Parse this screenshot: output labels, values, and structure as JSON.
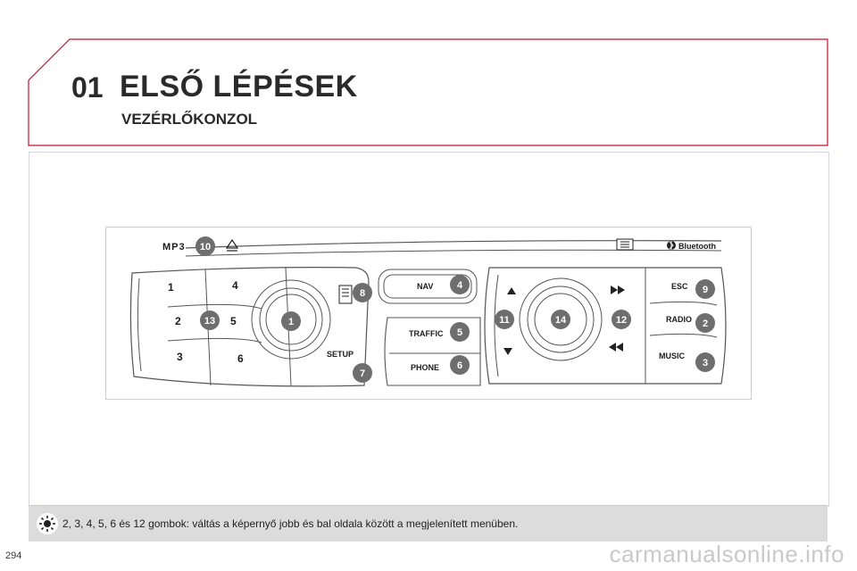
{
  "header": {
    "chapter_number": "01",
    "chapter_title": "ELSŐ LÉPÉSEK",
    "section_title": "VEZÉRLŐKONZOL"
  },
  "console": {
    "labels": {
      "mp3": "MP3",
      "bluetooth": "Bluetooth",
      "setup": "SETUP",
      "nav": "NAV",
      "traffic": "TRAFFIC",
      "phone": "PHONE",
      "esc": "ESC",
      "radio": "RADIO",
      "music": "MUSIC",
      "preset_1": "1",
      "preset_2": "2",
      "preset_3": "3",
      "preset_4": "4",
      "preset_5": "5",
      "preset_6": "6"
    },
    "callouts": {
      "c10": "10",
      "c8": "8",
      "c13": "13",
      "c1": "1",
      "c7": "7",
      "c4": "4",
      "c5": "5",
      "c6": "6",
      "c11": "11",
      "c14": "14",
      "c12": "12",
      "c9": "9",
      "c2": "2",
      "c3": "3"
    },
    "colors": {
      "badge": "#6e6e6e",
      "line": "#555555"
    }
  },
  "tip": {
    "text": "2, 3, 4, 5, 6 és 12 gombok: váltás a képernyő jobb és bal oldala között a megjelenített menüben."
  },
  "footer": {
    "page_number": "294",
    "watermark": "carmanualsonline.info"
  }
}
